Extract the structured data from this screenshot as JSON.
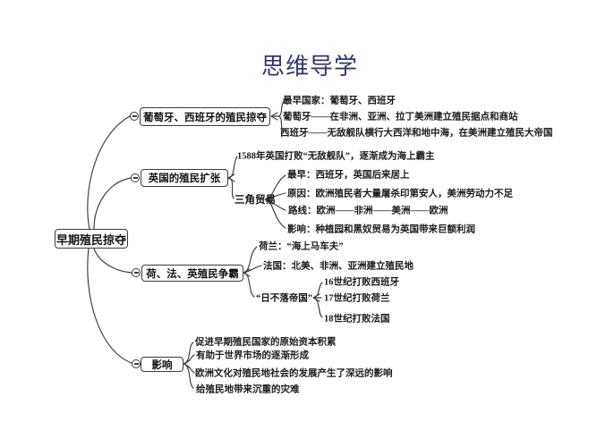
{
  "title": "思维导学",
  "root_label": "早期殖民掠夺",
  "nodes": {
    "portugal_spain": {
      "label": "葡萄牙、西班牙的殖民掠夺",
      "children": [
        "最早国家：葡萄牙、西班牙",
        "葡萄牙——在非洲、亚洲、拉丁美洲建立殖民据点和商站",
        "西班牙——无敌舰队横行大西洋和地中海，在美洲建立殖民大帝国"
      ]
    },
    "britain": {
      "label": "英国的殖民扩张",
      "children": [
        "1588年英国打败“无敌舰队”，逐渐成为海上霸主"
      ],
      "triangle_trade": {
        "label": "三角贸易",
        "children": [
          "最早：西班牙，英国后来居上",
          "原因：欧洲殖民者大量屠杀印第安人，美洲劳动力不足",
          "路线：欧洲——非洲——美洲——欧洲",
          "影响：种植园和黑奴贸易为英国带来巨额利润"
        ]
      }
    },
    "rivalry": {
      "label": "荷、法、英殖民争霸",
      "children": [
        "荷兰：“海上马车夫”",
        "法国：北美、非洲、亚洲建立殖民地"
      ],
      "empire": {
        "label": "“日不落帝国”",
        "children": [
          "16世纪打败西班牙",
          "17世纪打败荷兰",
          "18世纪打败法国"
        ]
      }
    },
    "impact": {
      "label": "影响",
      "children": [
        "促进早期殖民国家的原始资本积累",
        "有助于世界市场的逐渐形成",
        "欧洲文化对殖民地社会的发展产生了深远的影响",
        "给殖民地带来沉重的灾难"
      ]
    }
  },
  "colors": {
    "title": "#32366e",
    "line": "#3c3c3c",
    "text": "#1b1b1b"
  }
}
